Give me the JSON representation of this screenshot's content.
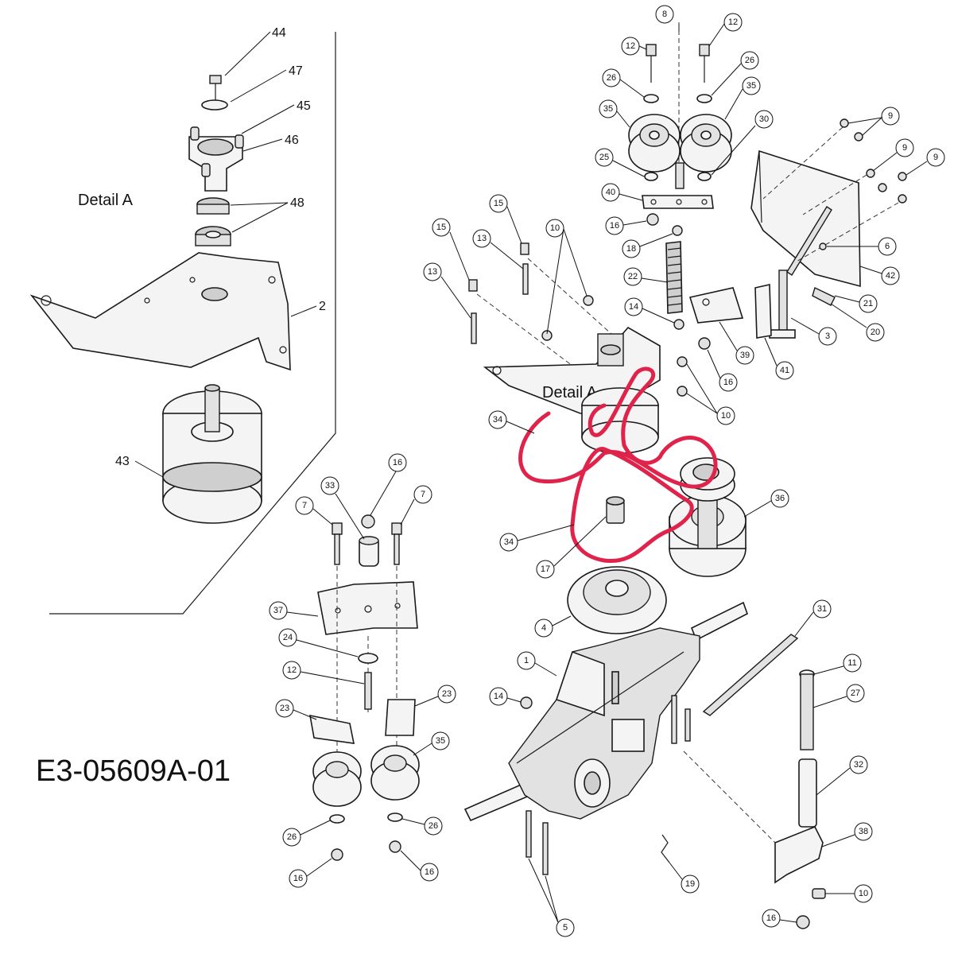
{
  "detail_label": "Detail A",
  "drawing_code": "E3-05609A-01",
  "callouts": {
    "c44": "44",
    "c47": "47",
    "c45": "45",
    "c46": "46",
    "c48": "48",
    "c2": "2",
    "c43": "43",
    "c8": "8",
    "c12a": "12",
    "c12b": "12",
    "c26a": "26",
    "c26b": "26",
    "c35a": "35",
    "c35b": "35",
    "c30": "30",
    "c25": "25",
    "c40": "40",
    "c16a": "16",
    "c18": "18",
    "c22": "22",
    "c14a": "14",
    "c16b": "16",
    "c39a": "39",
    "c41": "41",
    "c3": "3",
    "c20": "20",
    "c21": "21",
    "c42": "42",
    "c6": "6",
    "c9a": "9",
    "c9b": "9",
    "c9c": "9",
    "c15a": "15",
    "c15b": "15",
    "c13a": "13",
    "c13b": "13",
    "c10a": "10",
    "c10b": "10",
    "c34a": "34",
    "c34b": "34",
    "c36": "36",
    "c17": "17",
    "c4": "4",
    "c16c": "16",
    "c33": "33",
    "c7a": "7",
    "c7b": "7",
    "c37": "37",
    "c24": "24",
    "c12c": "12",
    "c23a": "23",
    "c23b": "23",
    "c35c": "35",
    "c26c": "26",
    "c26d": "26",
    "c16d": "16",
    "c16e": "16",
    "c1": "1",
    "c14b": "14",
    "c31": "31",
    "c11": "11",
    "c27": "27",
    "c32": "32",
    "c38": "38",
    "c10c": "10",
    "c16f": "16",
    "c19": "19",
    "c5": "5"
  },
  "colors": {
    "belt": "#e0234a",
    "line": "#1a1a1a"
  }
}
